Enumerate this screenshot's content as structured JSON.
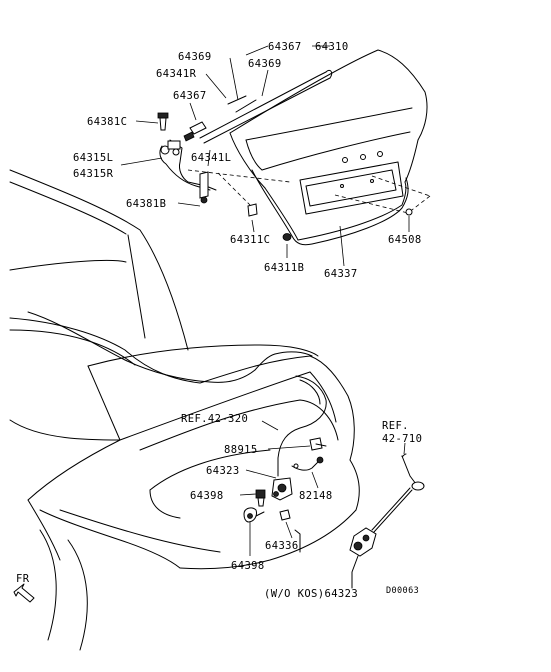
{
  "labels": {
    "p64367_top": "64367",
    "p64310": "64310",
    "p64369_a": "64369",
    "p64369_b": "64369",
    "p64341R": "64341R",
    "p64367_left": "64367",
    "p64381C": "64381C",
    "p64341L": "64341L",
    "p64315L": "64315L",
    "p64315R": "64315R",
    "p64381B": "64381B",
    "p64311C": "64311C",
    "p64508": "64508",
    "p64311B": "64311B",
    "p64337": "64337",
    "ref42320": "REF.42-320",
    "ref42710_a": "REF.",
    "ref42710_b": "42-710",
    "p88915": "88915",
    "p64323_a": "64323",
    "p64398_a": "64398",
    "p82148": "82148",
    "p64336": "64336",
    "p64398_b": "64398",
    "fr": "FR",
    "wokos": "(W/O KOS)64323",
    "diagram_id": "D00063"
  }
}
